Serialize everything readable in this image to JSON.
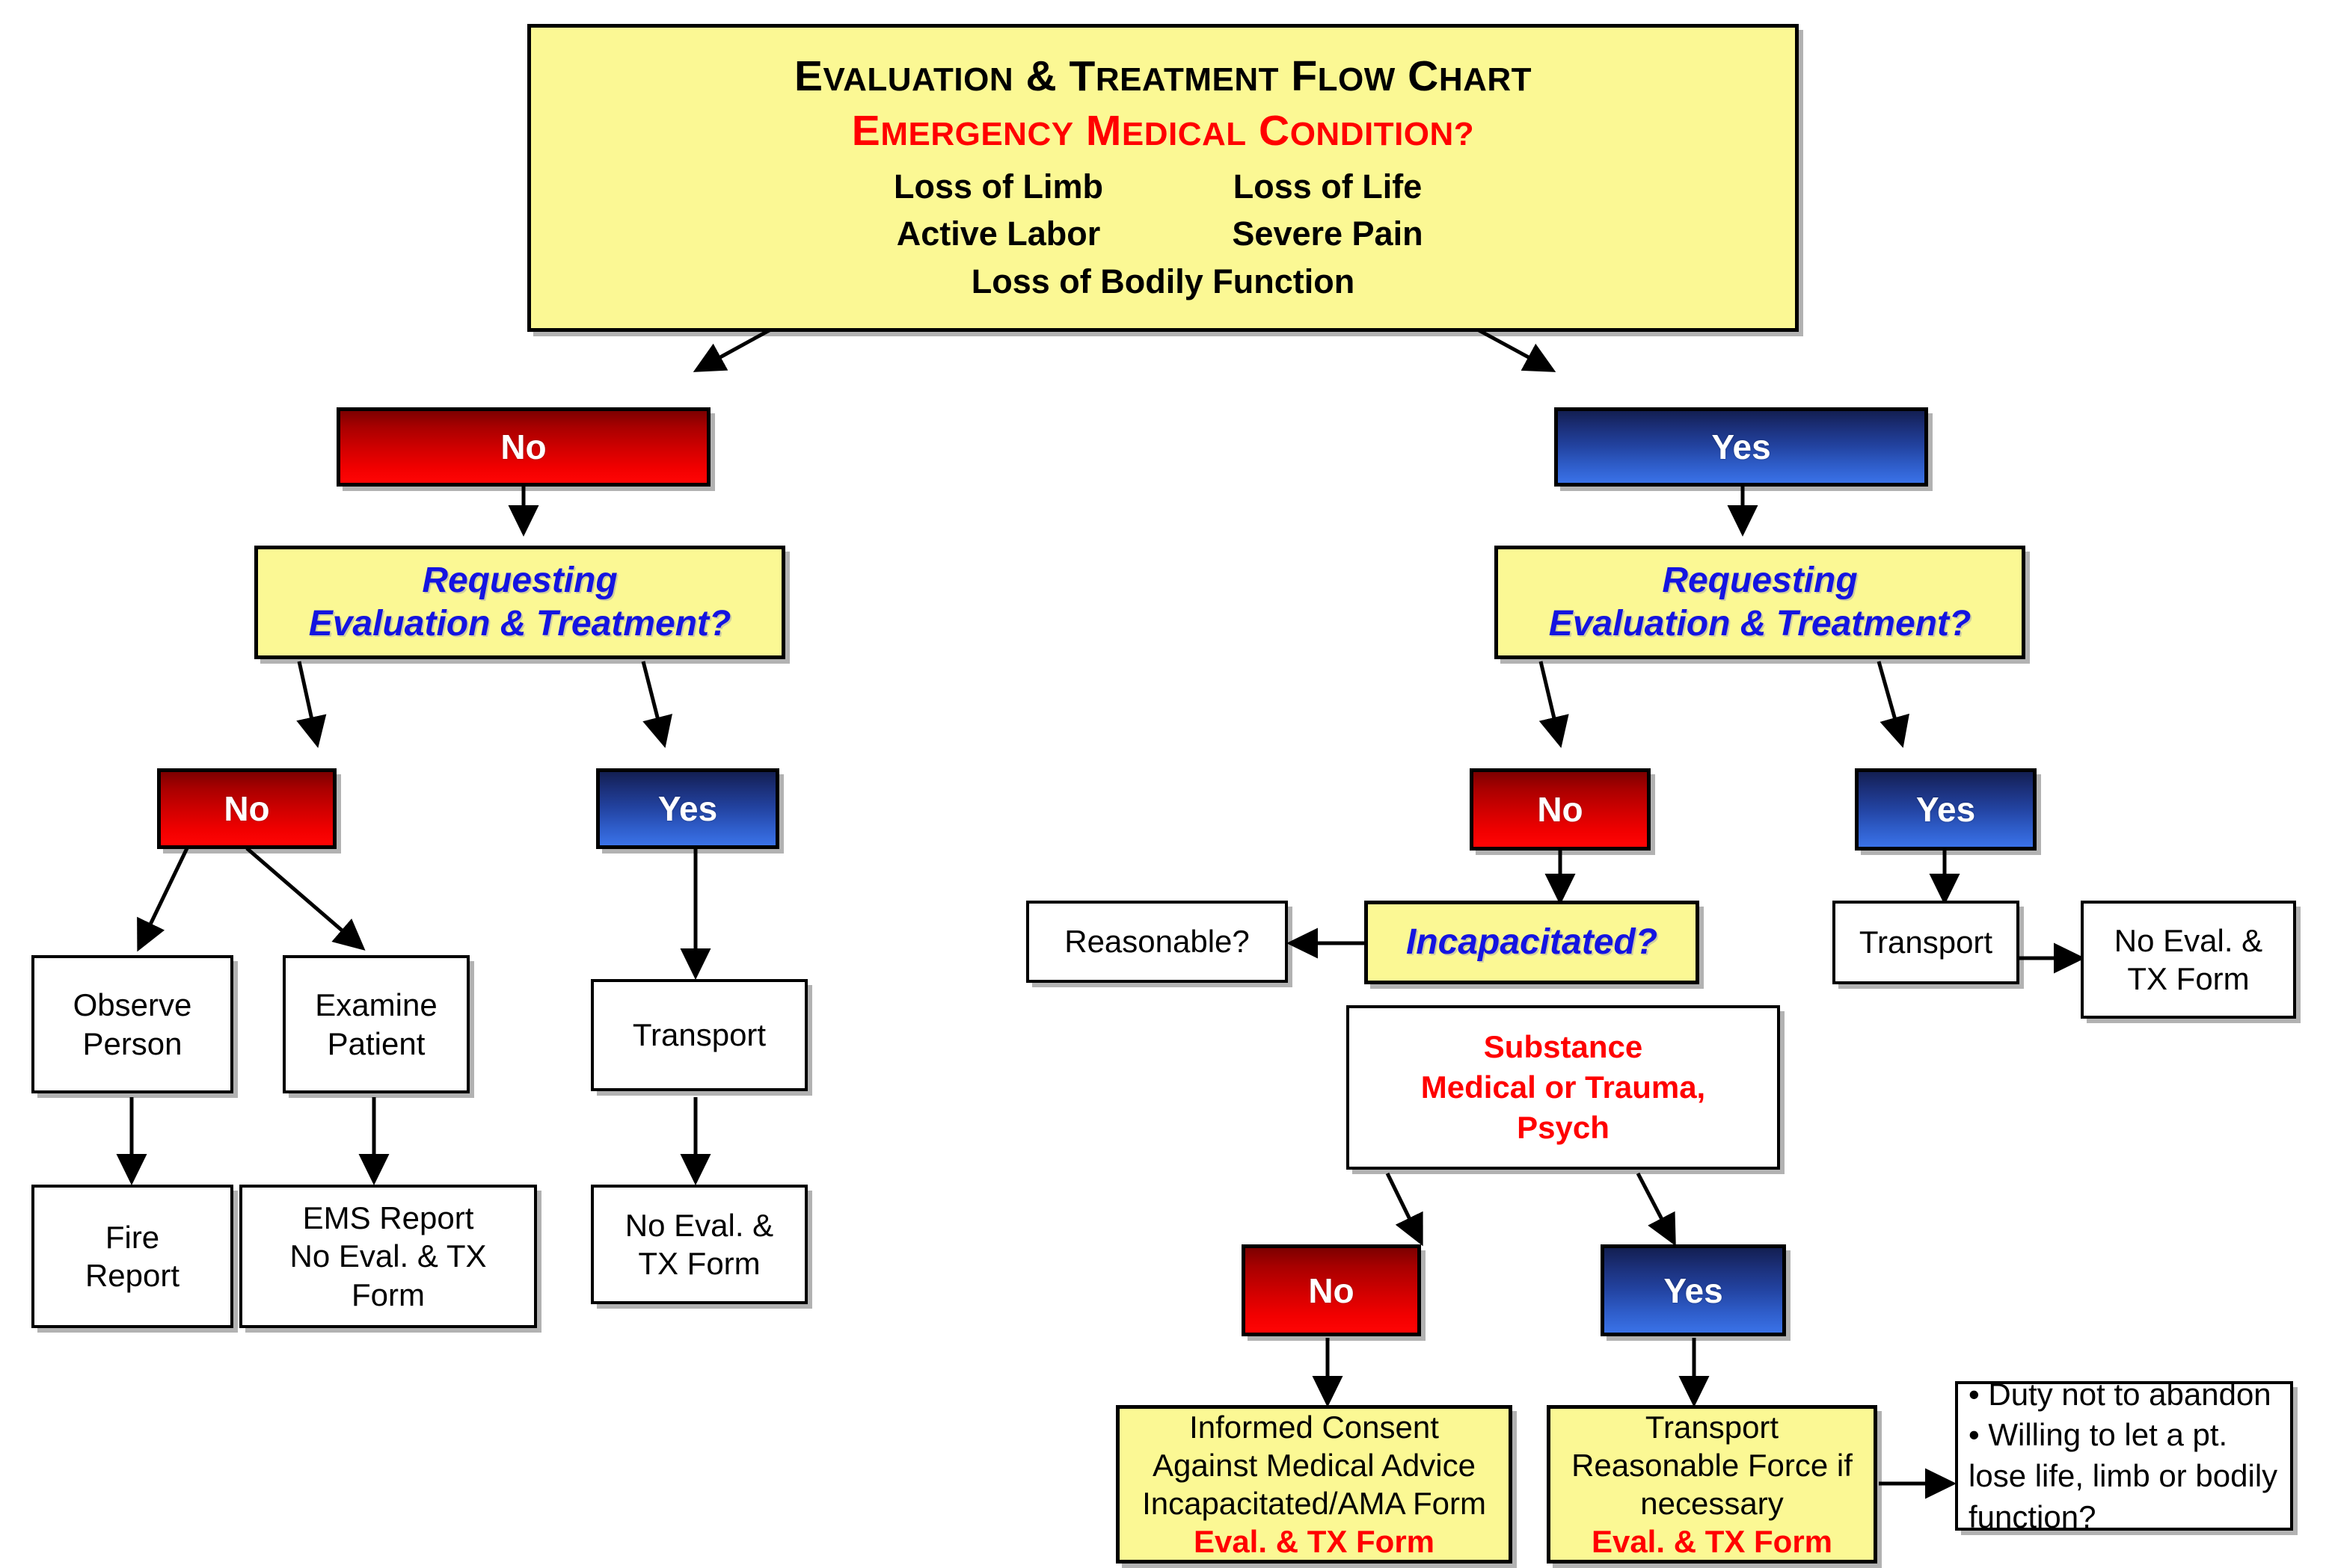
{
  "chart_data": {
    "type": "flowchart",
    "title": "Evaluation & Treatment Flow Chart",
    "nodes": [
      {
        "id": "root",
        "label": "Evaluation & Treatment Flow Chart / Emergency Medical Condition?",
        "shape": "yellow-box"
      },
      {
        "id": "no1",
        "label": "No",
        "shape": "red-box"
      },
      {
        "id": "yes1",
        "label": "Yes",
        "shape": "blue-box"
      },
      {
        "id": "req-left",
        "label": "Requesting Evaluation & Treatment?",
        "shape": "yellow-box"
      },
      {
        "id": "req-right",
        "label": "Requesting Evaluation & Treatment?",
        "shape": "yellow-box"
      },
      {
        "id": "no2",
        "label": "No",
        "shape": "red-box"
      },
      {
        "id": "yes2",
        "label": "Yes",
        "shape": "blue-box"
      },
      {
        "id": "observe",
        "label": "Observe Person",
        "shape": "white-box"
      },
      {
        "id": "examine",
        "label": "Examine Patient",
        "shape": "white-box"
      },
      {
        "id": "transport-left",
        "label": "Transport",
        "shape": "white-box"
      },
      {
        "id": "fire-report",
        "label": "Fire Report",
        "shape": "white-box"
      },
      {
        "id": "ems-report",
        "label": "EMS Report No Eval. & TX Form",
        "shape": "white-box"
      },
      {
        "id": "noeval-left",
        "label": "No Eval. & TX Form",
        "shape": "white-box"
      },
      {
        "id": "no3",
        "label": "No",
        "shape": "red-box"
      },
      {
        "id": "yes3",
        "label": "Yes",
        "shape": "blue-box"
      },
      {
        "id": "incapacitated",
        "label": "Incapacitated?",
        "shape": "yellow-box"
      },
      {
        "id": "reasonable",
        "label": "Reasonable?",
        "shape": "white-box"
      },
      {
        "id": "transport-right",
        "label": "Transport",
        "shape": "white-box"
      },
      {
        "id": "noeval-right",
        "label": "No Eval. & TX Form",
        "shape": "white-box"
      },
      {
        "id": "substance",
        "label": "Substance Medical or Trauma, Psych",
        "shape": "white-box"
      },
      {
        "id": "no4",
        "label": "No",
        "shape": "red-box"
      },
      {
        "id": "yes4",
        "label": "Yes",
        "shape": "blue-box"
      },
      {
        "id": "informed-consent",
        "label": "Informed Consent Against Medical Advice Incapacitated/AMA Form Eval. & TX Form",
        "shape": "yellow-box"
      },
      {
        "id": "transport-force",
        "label": "Transport Reasonable Force if necessary Eval. & TX Form",
        "shape": "yellow-box"
      },
      {
        "id": "duty",
        "label": "Duty not to abandon / Willing to let a pt. lose life, limb or bodily function?",
        "shape": "white-box"
      }
    ],
    "edges": [
      {
        "from": "root",
        "to": "no1"
      },
      {
        "from": "root",
        "to": "yes1"
      },
      {
        "from": "no1",
        "to": "req-left"
      },
      {
        "from": "yes1",
        "to": "req-right"
      },
      {
        "from": "req-left",
        "to": "no2"
      },
      {
        "from": "req-left",
        "to": "yes2"
      },
      {
        "from": "no2",
        "to": "observe"
      },
      {
        "from": "no2",
        "to": "examine"
      },
      {
        "from": "yes2",
        "to": "transport-left"
      },
      {
        "from": "observe",
        "to": "fire-report"
      },
      {
        "from": "examine",
        "to": "ems-report"
      },
      {
        "from": "transport-left",
        "to": "noeval-left"
      },
      {
        "from": "req-right",
        "to": "no3"
      },
      {
        "from": "req-right",
        "to": "yes3"
      },
      {
        "from": "no3",
        "to": "incapacitated"
      },
      {
        "from": "incapacitated",
        "to": "reasonable"
      },
      {
        "from": "yes3",
        "to": "transport-right"
      },
      {
        "from": "transport-right",
        "to": "noeval-right"
      },
      {
        "from": "substance",
        "to": "no4"
      },
      {
        "from": "substance",
        "to": "yes4"
      },
      {
        "from": "no4",
        "to": "informed-consent"
      },
      {
        "from": "yes4",
        "to": "transport-force"
      },
      {
        "from": "transport-force",
        "to": "duty"
      }
    ]
  },
  "colors": {
    "yellow_fill": "#fbf894",
    "red_accent": "#ff0000",
    "blue_accent": "#1414e0",
    "box_border": "#000000",
    "white_fill": "#ffffff"
  },
  "title_box": {
    "heading_lead": "E",
    "heading": "VALUATION & TREATMENT FLOW CHART",
    "heading_full": "Evaluation & Treatment Flow Chart",
    "subheading_full": "Emergency Medical Condition?",
    "criteria": [
      "Loss of Limb",
      "Loss of Life",
      "Active Labor",
      "Severe Pain"
    ],
    "criteria_last": "Loss of Bodily Function"
  },
  "labels": {
    "no": "No",
    "yes": "Yes",
    "requesting_line1": "Requesting",
    "requesting_line2": "Evaluation & Treatment?",
    "incapacitated": "Incapacitated?",
    "reasonable": "Reasonable?",
    "transport": "Transport"
  },
  "left_branch": {
    "observe_line1": "Observe",
    "observe_line2": "Person",
    "examine_line1": "Examine",
    "examine_line2": "Patient",
    "transport": "Transport",
    "fire_line1": "Fire",
    "fire_line2": "Report",
    "ems_line1": "EMS Report",
    "ems_line2": "No Eval. & TX",
    "ems_line3": "Form",
    "noeval_line1": "No Eval. &",
    "noeval_line2": "TX Form"
  },
  "right_branch": {
    "transport": "Transport",
    "noeval_line1": "No Eval. &",
    "noeval_line2": "TX Form",
    "substance_line1": "Substance",
    "substance_line2": "Medical or Trauma,",
    "substance_line3": "Psych",
    "consent_line1": "Informed Consent",
    "consent_line2": "Against Medical Advice",
    "consent_line3": "Incapacitated/AMA Form",
    "consent_line4": "Eval. & TX Form",
    "force_line1": "Transport",
    "force_line2": "Reasonable Force if",
    "force_line3": "necessary",
    "force_line4": "Eval. & TX Form",
    "duty_bullet1": "•   Duty not to abandon",
    "duty_bullet2": "•  Willing to let a pt.",
    "duty_bullet2_cont1": "lose life, limb or bodily",
    "duty_bullet2_cont2": "function?"
  }
}
